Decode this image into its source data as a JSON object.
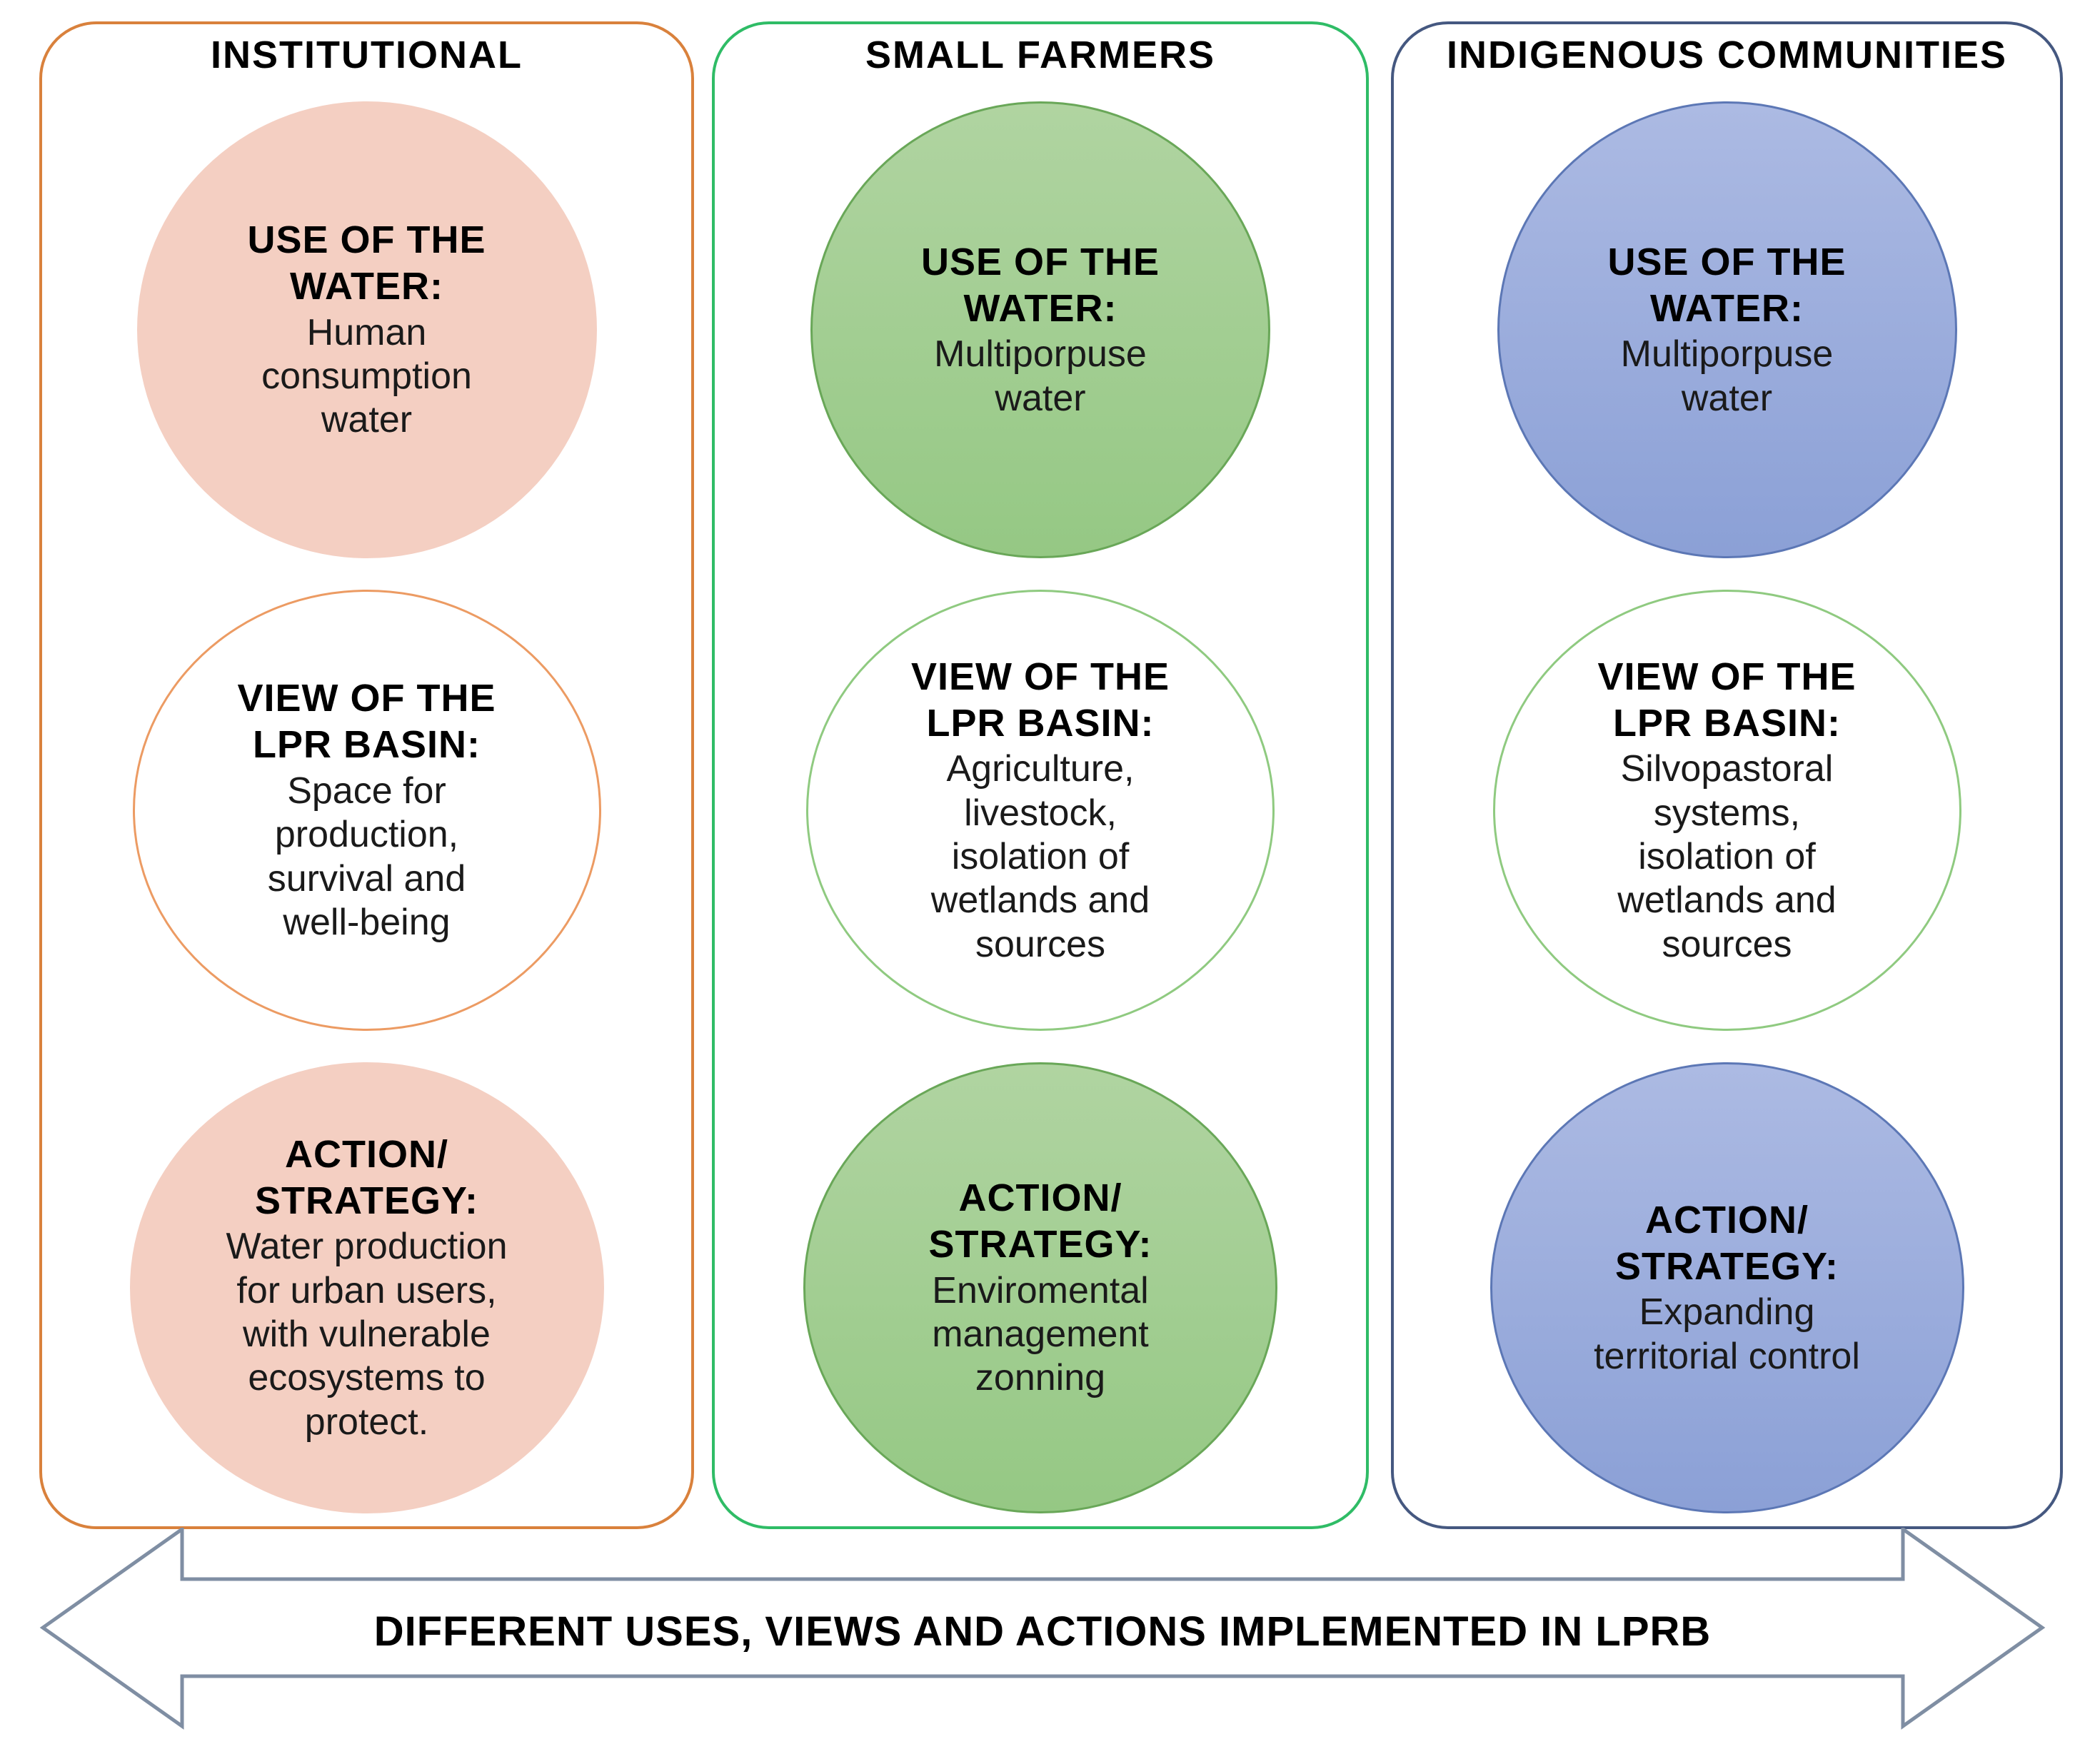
{
  "columns": [
    {
      "title": "INSTITUTIONAL",
      "circles": [
        {
          "heading": "USE OF THE\nWATER:",
          "body": "Human\nconsumption\nwater"
        },
        {
          "heading": "VIEW OF THE\nLPR BASIN:",
          "body": "Space for\nproduction,\nsurvival and\nwell-being"
        },
        {
          "heading": "ACTION/\nSTRATEGY:",
          "body": "Water production\nfor urban users,\nwith vulnerable\necosystems to\nprotect."
        }
      ]
    },
    {
      "title": "SMALL FARMERS",
      "circles": [
        {
          "heading": "USE OF THE\nWATER:",
          "body": "Multiporpuse\nwater"
        },
        {
          "heading": "VIEW OF THE\nLPR BASIN:",
          "body": "Agriculture,\nlivestock,\nisolation of\nwetlands and\nsources"
        },
        {
          "heading": "ACTION/\nSTRATEGY:",
          "body": "Enviromental\nmanagement\nzonning"
        }
      ]
    },
    {
      "title": "INDIGENOUS COMMUNITIES",
      "circles": [
        {
          "heading": "USE OF THE\nWATER:",
          "body": "Multiporpuse\nwater"
        },
        {
          "heading": "VIEW OF THE\nLPR BASIN:",
          "body": "Silvopastoral\nsystems,\nisolation of\nwetlands and\nsources"
        },
        {
          "heading": "ACTION/\nSTRATEGY:",
          "body": "Expanding\nterritorial control"
        }
      ]
    }
  ],
  "arrow": {
    "label": "DIFFERENT USES, VIEWS AND ACTIONS IMPLEMENTED IN LPRB"
  },
  "colors": {
    "institutional_panel_border": "#D9813C",
    "institutional_circle_fill": "#F4CFC2",
    "institutional_view_outline": "#EC9B63",
    "small_farmers_panel_border": "#2FBC66",
    "small_farmers_circle_fill": "#A2CE92",
    "small_farmers_circle_outline": "#69A758",
    "view_circle_green_outline": "#8FCA80",
    "indigenous_panel_border": "#455880",
    "indigenous_circle_fill": "#97ABDC",
    "indigenous_circle_outline": "#5C77B5",
    "arrow_outline": "#7F8EA3"
  }
}
